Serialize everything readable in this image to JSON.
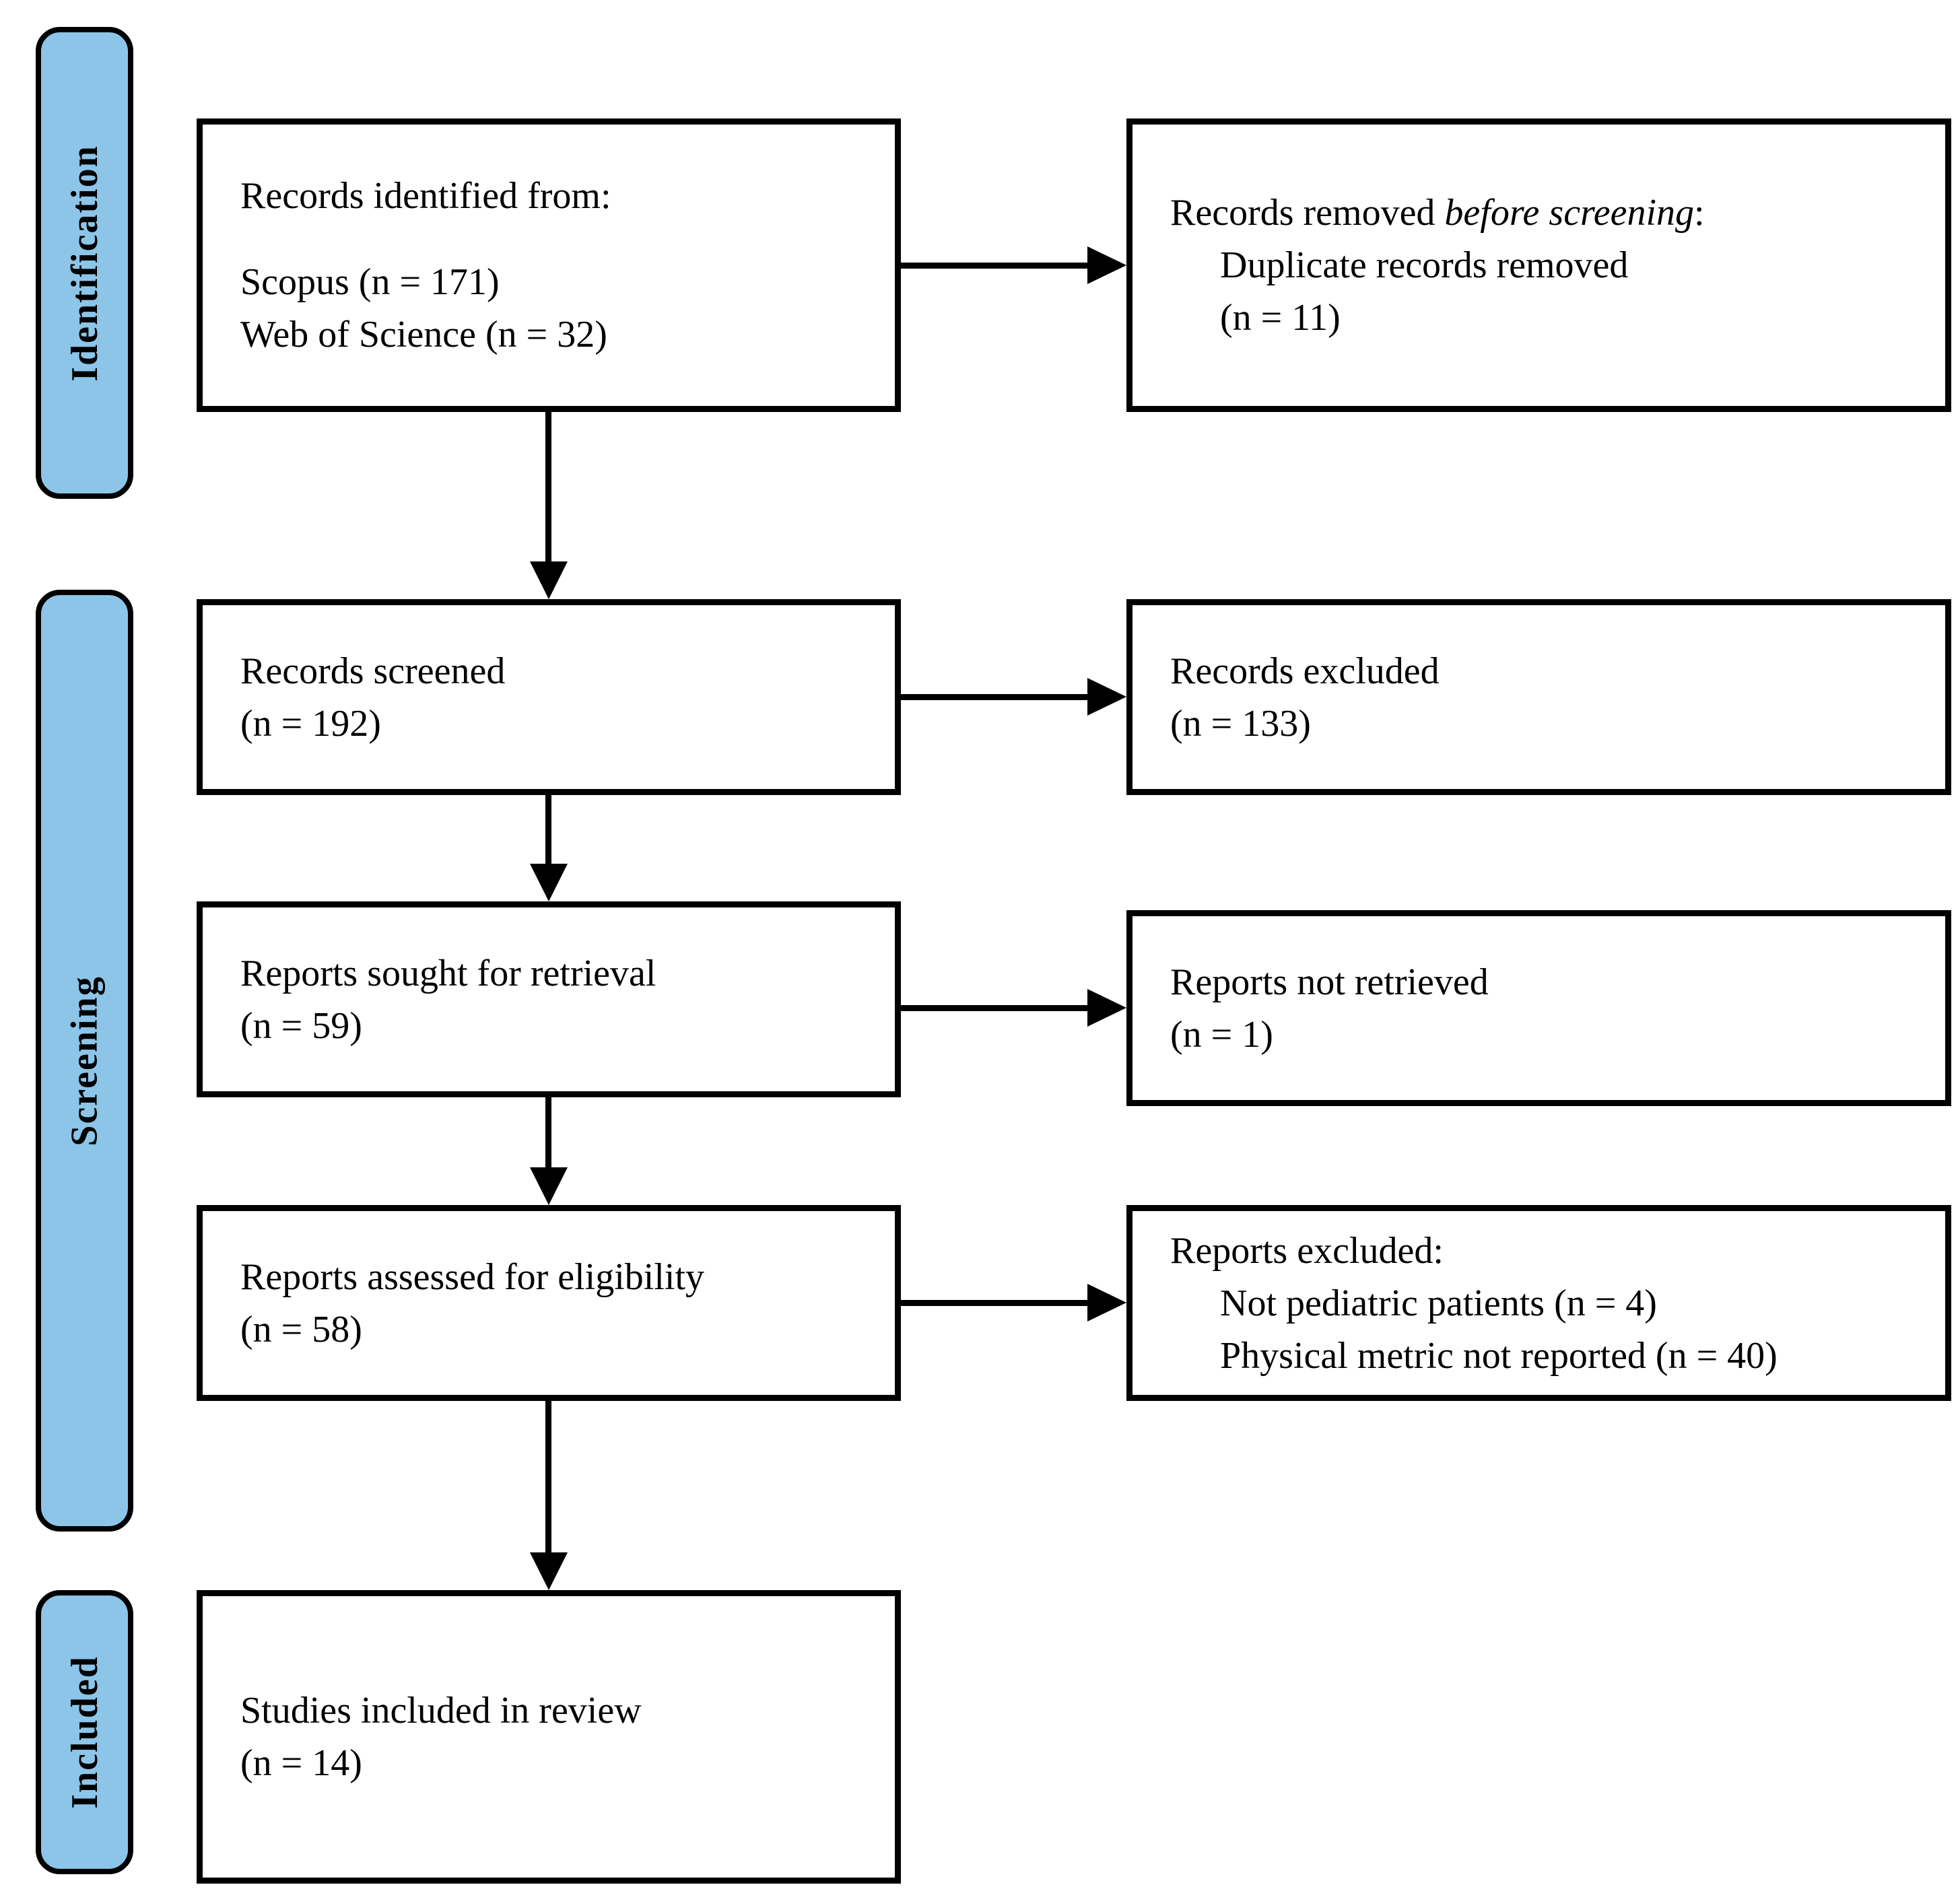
{
  "colors": {
    "stage_fill": "#8CC5E8",
    "stage_border": "#000000",
    "box_border": "#000000",
    "arrow": "#000000",
    "background": "#FFFFFF"
  },
  "stages": {
    "identification": "Identification",
    "screening": "Screening",
    "included": "Included"
  },
  "boxes": {
    "identified": {
      "line1": "Records identified from:",
      "line2": "Scopus (n = 171)",
      "line3": "Web of Science (n = 32)"
    },
    "removed_before_screening": {
      "line1_pre": "Records removed ",
      "line1_em": "before screening",
      "line1_post": ":",
      "line2": "Duplicate records removed",
      "line3": "(n = 11)"
    },
    "screened": {
      "line1": "Records screened",
      "line2": "(n = 192)"
    },
    "records_excluded": {
      "line1": "Records excluded",
      "line2": "(n = 133)"
    },
    "sought": {
      "line1": "Reports sought for retrieval",
      "line2": "(n = 59)"
    },
    "not_retrieved": {
      "line1": "Reports not retrieved",
      "line2": "(n = 1)"
    },
    "assessed": {
      "line1": "Reports assessed for eligibility",
      "line2": "(n = 58)"
    },
    "reports_excluded": {
      "line1": "Reports excluded:",
      "line2": "Not pediatric patients (n = 4)",
      "line3": "Physical metric not reported (n = 40)"
    },
    "included_review": {
      "line1": "Studies included in review",
      "line2": "(n = 14)"
    }
  }
}
